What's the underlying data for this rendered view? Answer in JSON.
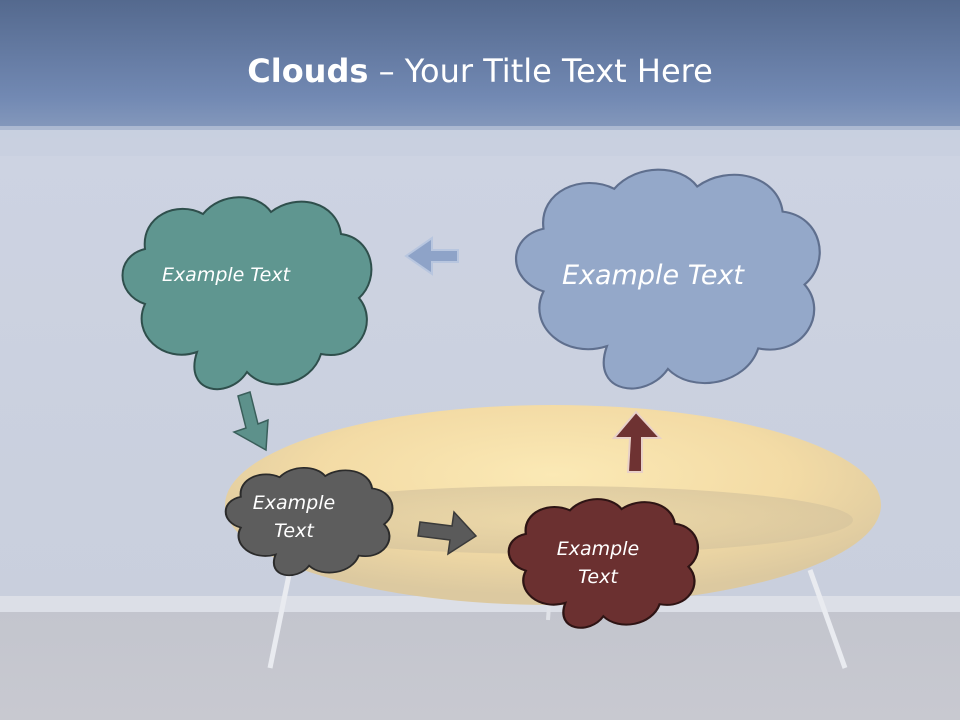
{
  "slide": {
    "title_bold": "Clouds",
    "title_rest": " – Your Title Text Here"
  },
  "clouds": {
    "teal": {
      "text": "Example Text",
      "color": "#5f9690"
    },
    "blue": {
      "text": "Example Text",
      "color": "#94a8c9"
    },
    "gray": {
      "line1": "Example",
      "line2": "Text",
      "color": "#5d5d5d"
    },
    "maroon": {
      "line1": "Example",
      "line2": "Text",
      "color": "#6b3030"
    }
  },
  "arrows": {
    "left": {
      "direction": "left",
      "color": "#8ea3c8"
    },
    "down": {
      "direction": "down",
      "color": "#5d918b"
    },
    "right": {
      "direction": "right",
      "color": "#5a5a5a"
    },
    "up": {
      "direction": "up",
      "color": "#6e3232"
    }
  }
}
